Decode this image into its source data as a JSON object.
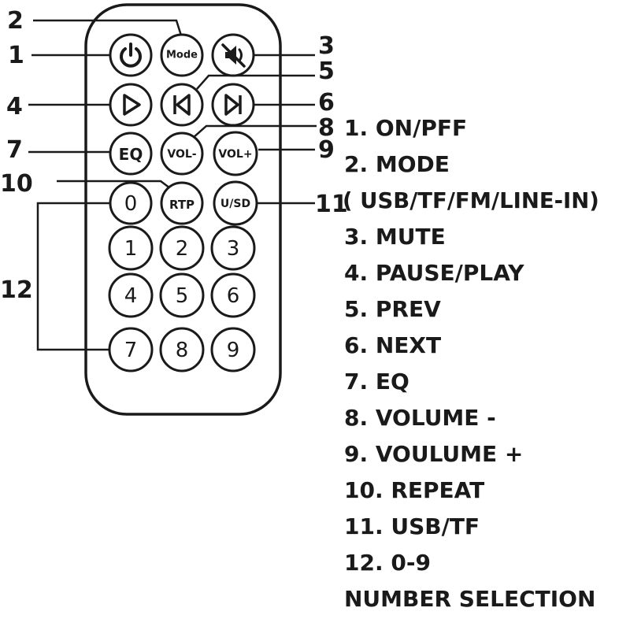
{
  "remote": {
    "buttons": {
      "power_icon": "power-icon",
      "mode": "Mode",
      "mute_icon": "mute-icon",
      "play_icon": "play-icon",
      "prev_icon": "previous-icon",
      "next_icon": "next-icon",
      "eq": "EQ",
      "vol_minus": "VOL-",
      "vol_plus": "VOL+",
      "zero": "0",
      "rtp": "RTP",
      "usd": "U/SD",
      "one": "1",
      "two": "2",
      "three": "3",
      "four": "4",
      "five": "5",
      "six": "6",
      "seven": "7",
      "eight": "8",
      "nine": "9"
    }
  },
  "callouts": {
    "c1": "1",
    "c2": "2",
    "c3": "3",
    "c4": "4",
    "c5": "5",
    "c6": "6",
    "c7": "7",
    "c8": "8",
    "c9": "9",
    "c10": "10",
    "c11": "11",
    "c12": "12"
  },
  "legend": [
    "1. ON/PFF",
    "2. MODE",
    "( USB/TF/FM/LINE-IN)",
    "3. MUTE",
    "4. PAUSE/PLAY",
    "5. PREV",
    "6. NEXT",
    "7. EQ",
    "8. VOLUME -",
    "9. VOULUME +",
    "10. REPEAT",
    "11. USB/TF",
    "12. 0-9",
    "NUMBER SELECTION"
  ]
}
